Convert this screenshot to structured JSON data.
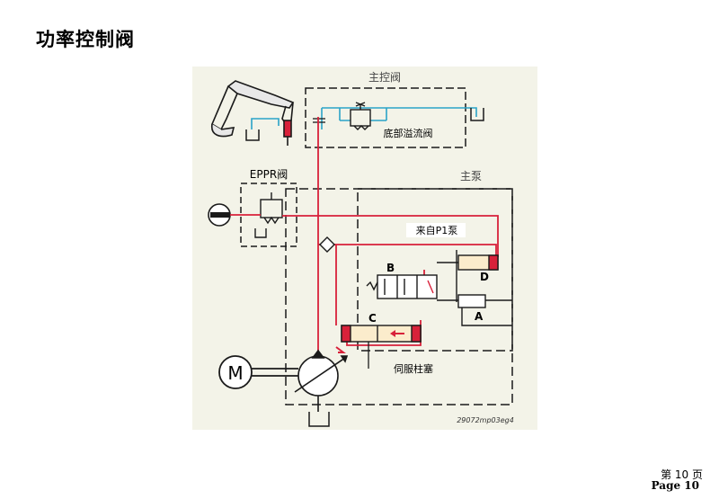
{
  "slide": {
    "title": "功率控制阀",
    "page_cn": "第 10 页",
    "page_en": "Page 10"
  },
  "diagram": {
    "labels": {
      "main_control_valve": "主控阀",
      "bottom_relief_valve": "底部溢流阀",
      "eppr_valve": "EPPR阀",
      "main_pump": "主泵",
      "from_p1_pump": "来自P1泵",
      "servo_piston": "伺服柱塞",
      "label_b": "B",
      "label_c": "C",
      "label_d": "D",
      "label_a": "A",
      "motor": "M",
      "part_number": "29072mp03eg4"
    },
    "colors": {
      "pressure_line": "#d8213a",
      "pilot_line": "#2aa3c8",
      "outline": "#1a1a1a",
      "background": "#f3f3e8",
      "servo_fill": "#fbeccc"
    }
  }
}
